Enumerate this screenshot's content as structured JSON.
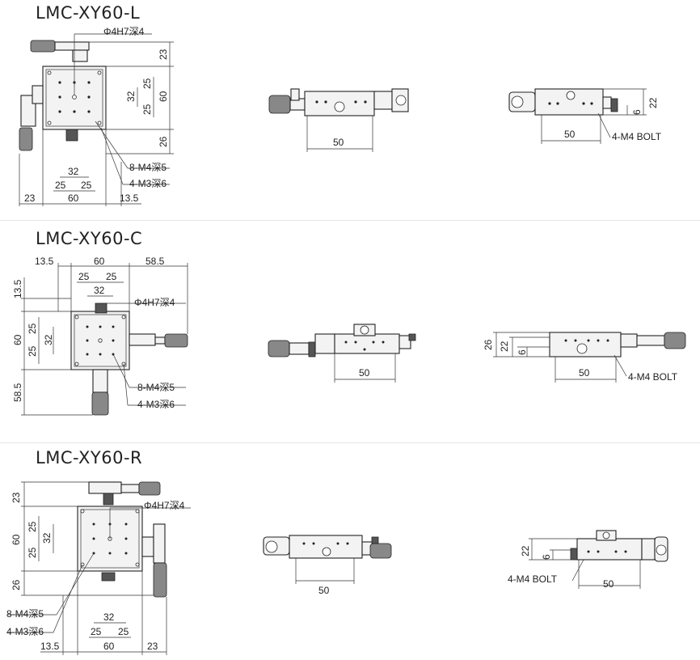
{
  "sections": [
    {
      "title": "LMC-XY60-L",
      "top_view": {
        "hole_note": "Φ4H7深4",
        "dims_right": [
          "23",
          "25",
          "60",
          "32",
          "25",
          "26"
        ],
        "dims_bottom": [
          "32",
          "25",
          "25",
          "23",
          "60",
          "13.5"
        ],
        "callouts": [
          "8-M4深5",
          "4-M3深6"
        ]
      },
      "side_view": {
        "dim": "50"
      },
      "end_view": {
        "dims": [
          "22",
          "6",
          "50"
        ],
        "callout": "4-M4 BOLT"
      }
    },
    {
      "title": "LMC-XY60-C",
      "top_view": {
        "hole_note": "Φ4H7深4",
        "dims_top": [
          "13.5",
          "60",
          "58.5",
          "25",
          "25",
          "32"
        ],
        "dims_left": [
          "13.5",
          "25",
          "60",
          "32",
          "25",
          "58.5"
        ],
        "callouts": [
          "8-M4深5",
          "4-M3深6"
        ]
      },
      "side_view": {
        "dim": "50"
      },
      "end_view": {
        "dims": [
          "26",
          "22",
          "6",
          "50"
        ],
        "callout": "4-M4 BOLT"
      }
    },
    {
      "title": "LMC-XY60-R",
      "top_view": {
        "hole_note": "Φ4H7深4",
        "dims_left": [
          "23",
          "25",
          "60",
          "32",
          "25",
          "26"
        ],
        "dims_bottom": [
          "32",
          "25",
          "25",
          "13.5",
          "60",
          "23"
        ],
        "callouts": [
          "8-M4深5",
          "4-M3深6"
        ]
      },
      "side_view": {
        "dim": "50"
      },
      "end_view": {
        "dims": [
          "22",
          "6",
          "50"
        ],
        "callout": "4-M4 BOLT"
      }
    }
  ]
}
